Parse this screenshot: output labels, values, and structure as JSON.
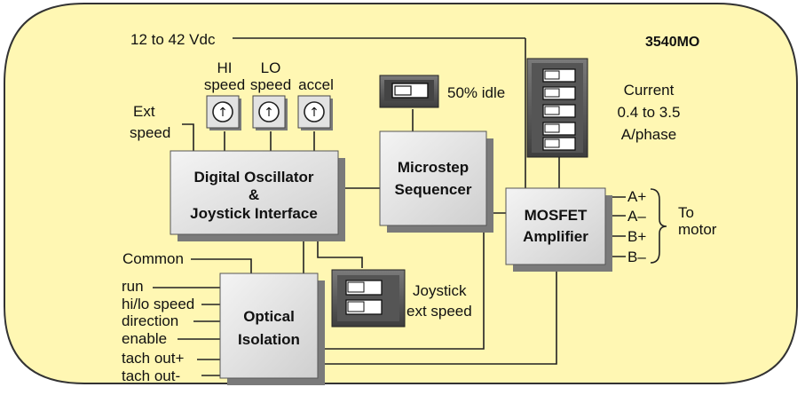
{
  "model": "3540MO",
  "supply": "12 to 42 Vdc",
  "blocks": {
    "oscillator": [
      "Digital Oscillator",
      "&",
      "Joystick Interface"
    ],
    "sequencer": [
      "Microstep",
      "Sequencer"
    ],
    "amplifier": [
      "MOSFET",
      "Amplifier"
    ],
    "isolation": [
      "Optical",
      "Isolation"
    ]
  },
  "pots": {
    "hi": [
      "HI",
      "speed"
    ],
    "lo": [
      "LO",
      "speed"
    ],
    "accel": "accel"
  },
  "ext_speed": [
    "Ext",
    "speed"
  ],
  "idle_switch": "50% idle",
  "current": [
    "Current",
    "0.4 to 3.5",
    "A/phase"
  ],
  "joystick": [
    "Joystick",
    "ext speed"
  ],
  "motor_outputs": [
    "A+",
    "A–",
    "B+",
    "B–"
  ],
  "to_motor": [
    "To",
    "motor"
  ],
  "common": "Common",
  "inputs": [
    "run",
    "hi/lo speed",
    "direction",
    "enable",
    "tach out+",
    "tach out-"
  ],
  "pot_symbol": "↑",
  "colors": {
    "panel": "#fff7b3",
    "block_face": "#e7e7e7",
    "block_shadow": "#7a7a7a",
    "switch_body": "#5a5a5a"
  }
}
